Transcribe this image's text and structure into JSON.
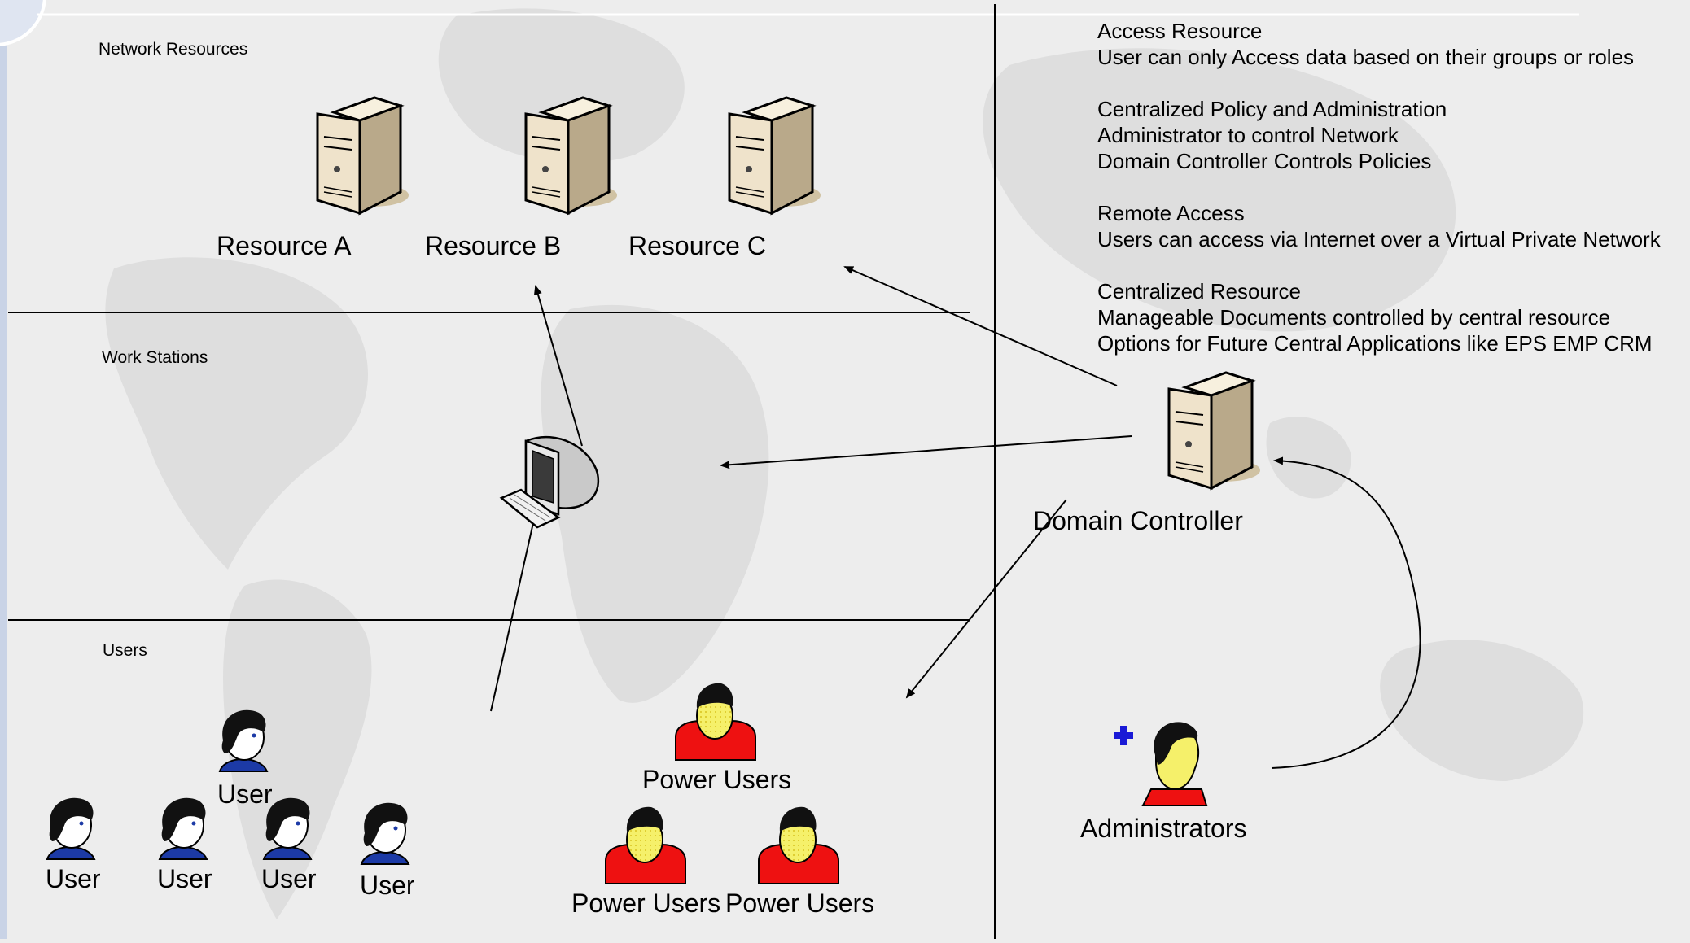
{
  "sections": {
    "network_resources": "Network Resources",
    "work_stations": "Work Stations",
    "users": "Users"
  },
  "resources": [
    {
      "label": "Resource A"
    },
    {
      "label": "Resource B"
    },
    {
      "label": "Resource C"
    }
  ],
  "domain_controller": {
    "label": "Domain Controller"
  },
  "administrators": {
    "label": "Administrators"
  },
  "users": [
    {
      "label": "User"
    },
    {
      "label": "User"
    },
    {
      "label": "User"
    },
    {
      "label": "User"
    },
    {
      "label": "User"
    }
  ],
  "power_users": [
    {
      "label": "Power Users"
    },
    {
      "label": "Power Users"
    },
    {
      "label": "Power Users"
    }
  ],
  "info": {
    "lines": [
      "Access Resource",
      "User can only Access data based on their groups or roles",
      "Centralized Policy and Administration",
      "Administrator to control Network",
      "Domain Controller Controls Policies",
      "Remote Access",
      "Users can access via Internet over a Virtual Private Network",
      "Centralized Resource",
      "Manageable Documents controlled by central resource",
      "Options for Future Central Applications like EPS EMP CRM"
    ]
  },
  "colors": {
    "background": "#ededed",
    "map": "#dedede",
    "sidebar": "#c9d3e6",
    "divider": "#000000",
    "server_body": "#efe3cb",
    "power_user_shirt": "#ee1111",
    "power_user_face": "#f5f06a",
    "admin_plus": "#1a1ad6",
    "user_shirt": "#1c3aa6"
  }
}
